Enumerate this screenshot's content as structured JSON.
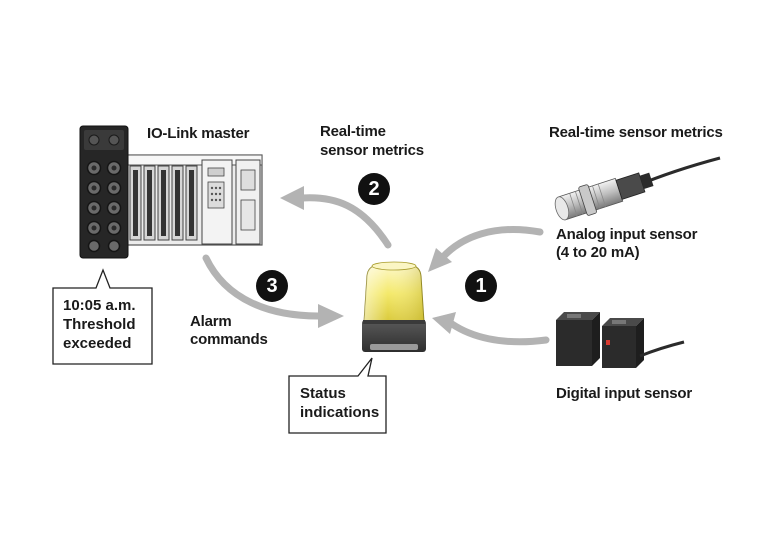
{
  "labels": {
    "iolink_master": "IO-Link master",
    "top_metrics_line1": "Real-time",
    "top_metrics_line2": "sensor metrics",
    "right_metrics": "Real-time sensor metrics",
    "analog_line1": "Analog input sensor",
    "analog_line2": "(4 to 20 mA)",
    "digital": "Digital input sensor",
    "alarm_line1": "Alarm",
    "alarm_line2": "commands"
  },
  "callouts": {
    "master": [
      "10:05 a.m.",
      "Threshold",
      "exceeded"
    ],
    "light": [
      "Status",
      "indications"
    ]
  },
  "steps": [
    "1",
    "2",
    "3"
  ],
  "colors": {
    "arrow": "#b3b3b3",
    "lamp_yellow": "#f4e96a",
    "module_dark": "#262626",
    "plc_body": "#ececec",
    "sensor_dark": "#2b2b2b",
    "indicator_red": "#d83a2f"
  },
  "icons": {
    "master": "io-link-master-icon",
    "lamp": "signal-tower-light-icon",
    "analog": "cylindrical-proximity-sensor-icon",
    "digital": "photoelectric-sensor-icon"
  }
}
